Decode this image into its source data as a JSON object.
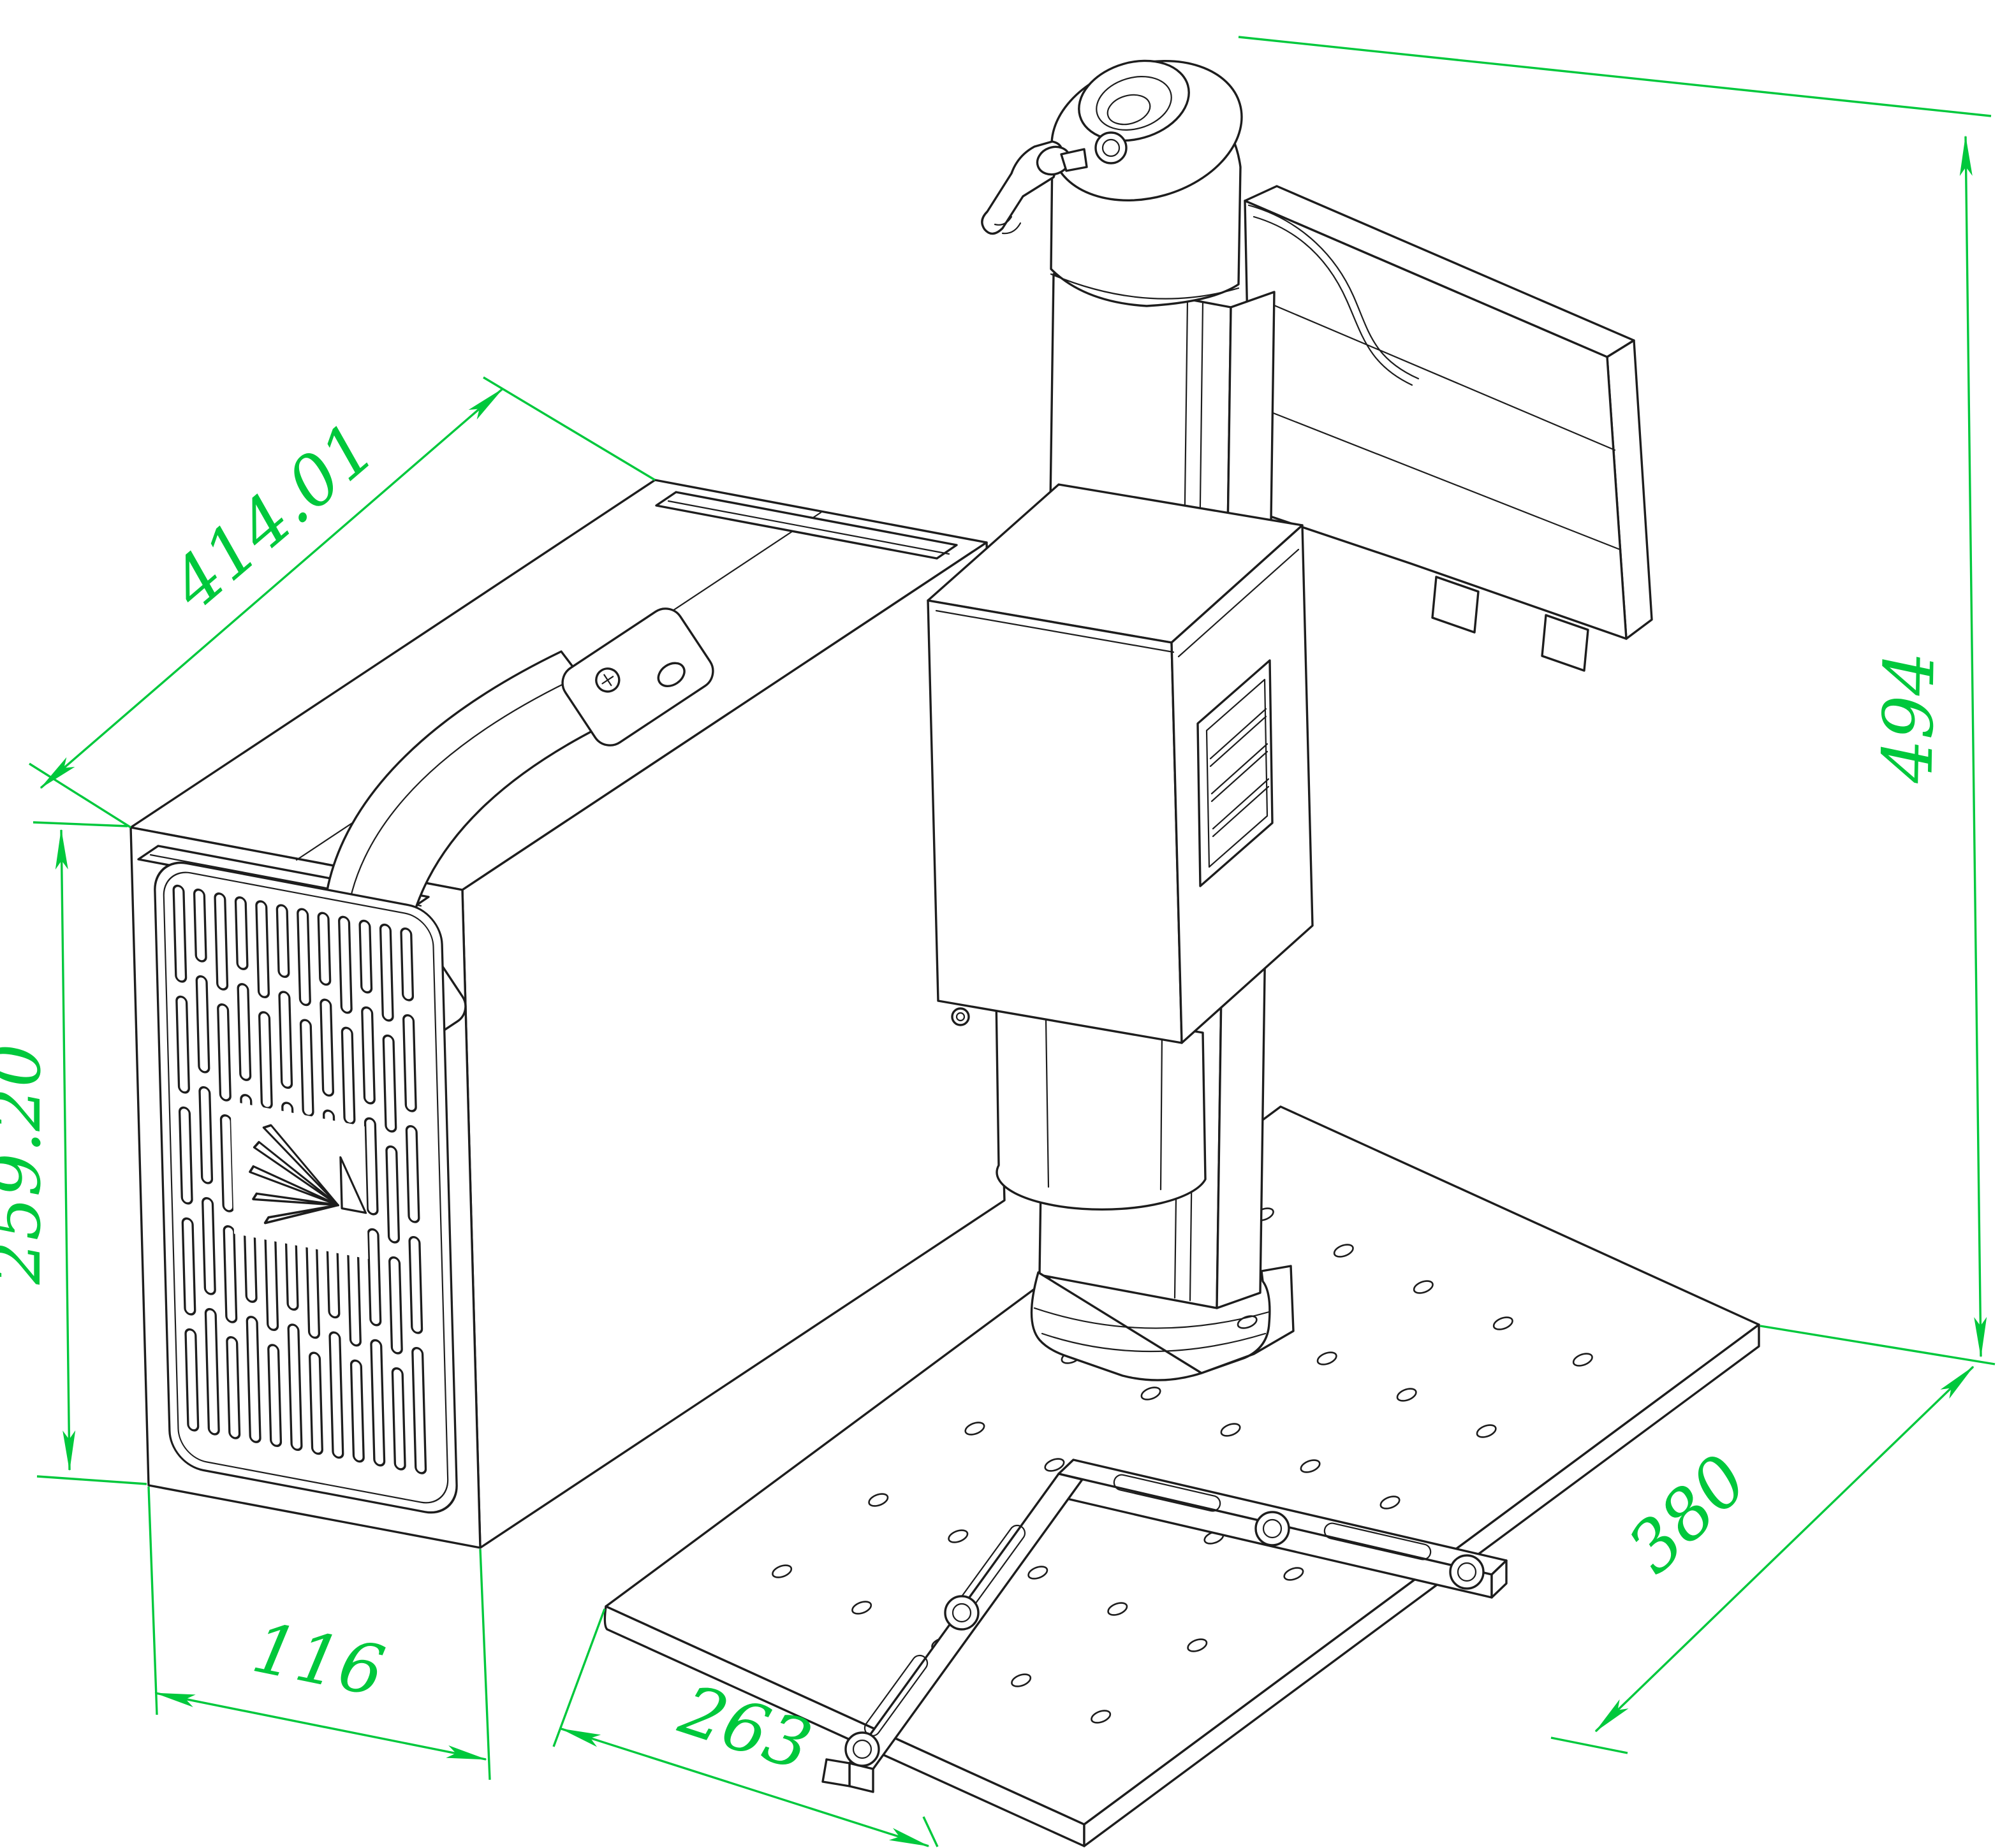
{
  "colors": {
    "dimension": "#00c83c",
    "line": "#1d1d1d",
    "background": "#ffffff"
  },
  "dimensions": {
    "control_box_depth": "414.01",
    "control_box_height": "259.20",
    "control_box_width": "116",
    "machine_height": "494",
    "base_plate_depth": "380",
    "base_plate_width": "263"
  }
}
